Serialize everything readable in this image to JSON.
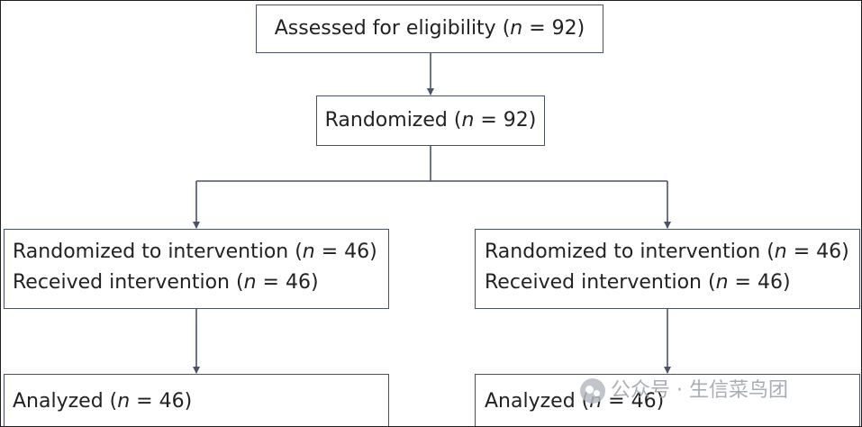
{
  "n_symbol": "n",
  "nodes": {
    "assessed": {
      "prefix": "Assessed for eligibility (",
      "suffix": " = 92)"
    },
    "randomized": {
      "prefix": "Randomized (",
      "suffix": " = 92)"
    },
    "left_group": {
      "line1_prefix": "Randomized to intervention (",
      "line1_suffix": " = 46)",
      "line2_prefix": "Received intervention (",
      "line2_suffix": " = 46)"
    },
    "right_group": {
      "line1_prefix": "Randomized to intervention (",
      "line1_suffix": " = 46)",
      "line2_prefix": "Received intervention (",
      "line2_suffix": " = 46)"
    },
    "left_analyzed": {
      "prefix": "Analyzed (",
      "suffix": " = 46)"
    },
    "right_analyzed": {
      "prefix": "Analyzed (",
      "suffix": " = 46)"
    }
  },
  "colors": {
    "border": "#4a5363",
    "arrow": "#4a5363",
    "text": "#222222"
  },
  "watermark": {
    "text": "公众号 · 生信菜鸟团",
    "icon": "wechat-icon"
  }
}
